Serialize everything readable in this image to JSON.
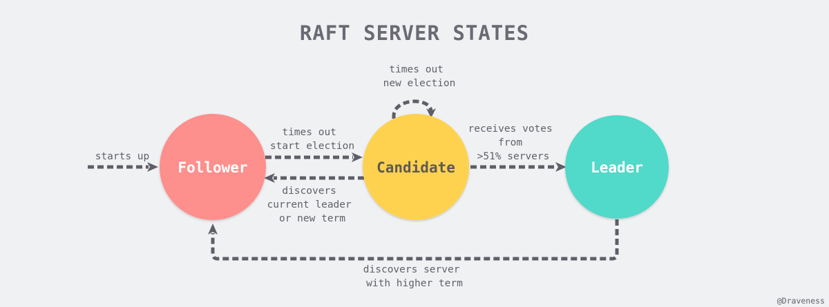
{
  "title": "RAFT SERVER STATES",
  "colors": {
    "background": "#f0f1f3",
    "follower": "#fd8f8d",
    "candidate": "#fed250",
    "leader": "#51d9c9",
    "edge": "#5f5e68",
    "text": "#606068"
  },
  "nodes": {
    "follower": {
      "label": "Follower"
    },
    "candidate": {
      "label": "Candidate"
    },
    "leader": {
      "label": "Leader"
    }
  },
  "edges": {
    "starts_up": {
      "lines": [
        "starts up"
      ]
    },
    "follower_to_candidate": {
      "lines": [
        "times out",
        "start election"
      ]
    },
    "candidate_self": {
      "lines": [
        "times out",
        "new election"
      ]
    },
    "candidate_to_follower": {
      "lines": [
        "discovers",
        "current leader",
        "or new term"
      ]
    },
    "candidate_to_leader": {
      "lines": [
        "receives votes",
        "from",
        ">51% servers"
      ]
    },
    "leader_to_follower": {
      "lines": [
        "discovers server",
        "with higher term"
      ]
    }
  },
  "credit": "@Draveness"
}
